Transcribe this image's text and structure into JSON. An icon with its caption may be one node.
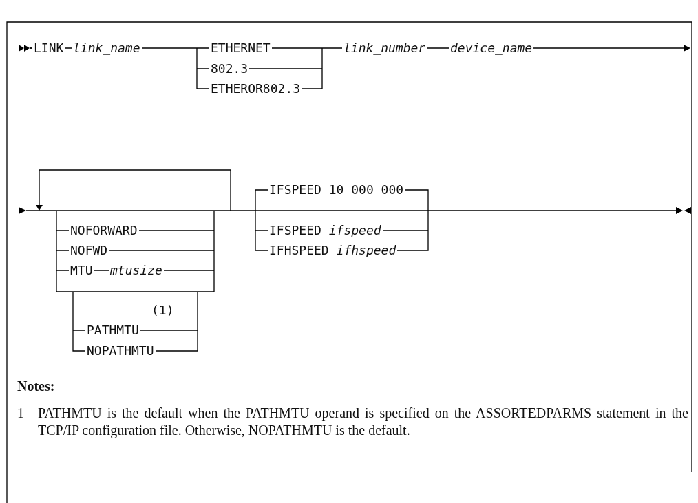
{
  "diagram": {
    "labels": [
      "LINK",
      "link_name",
      "ETHERNET",
      "link_number",
      "device_name",
      "802.3",
      "ETHEROR802.3",
      "IFSPEED 10 000 000",
      "NOFORWARD",
      "IFSPEED *ifspeed*",
      "NOFWD",
      "IFHSPEED *ifhspeed*",
      "MTU",
      "mtusize",
      "(1)",
      "PATHMTU",
      "NOPATHMTU",
      "Notes:",
      "1",
      "PATHMTU is the default when the PATHMTU operand is specified on the ASSORTEDPARMS statement in the TCP/IP configuration file. Otherwise, NOPATHMTU is the default."
    ]
  }
}
